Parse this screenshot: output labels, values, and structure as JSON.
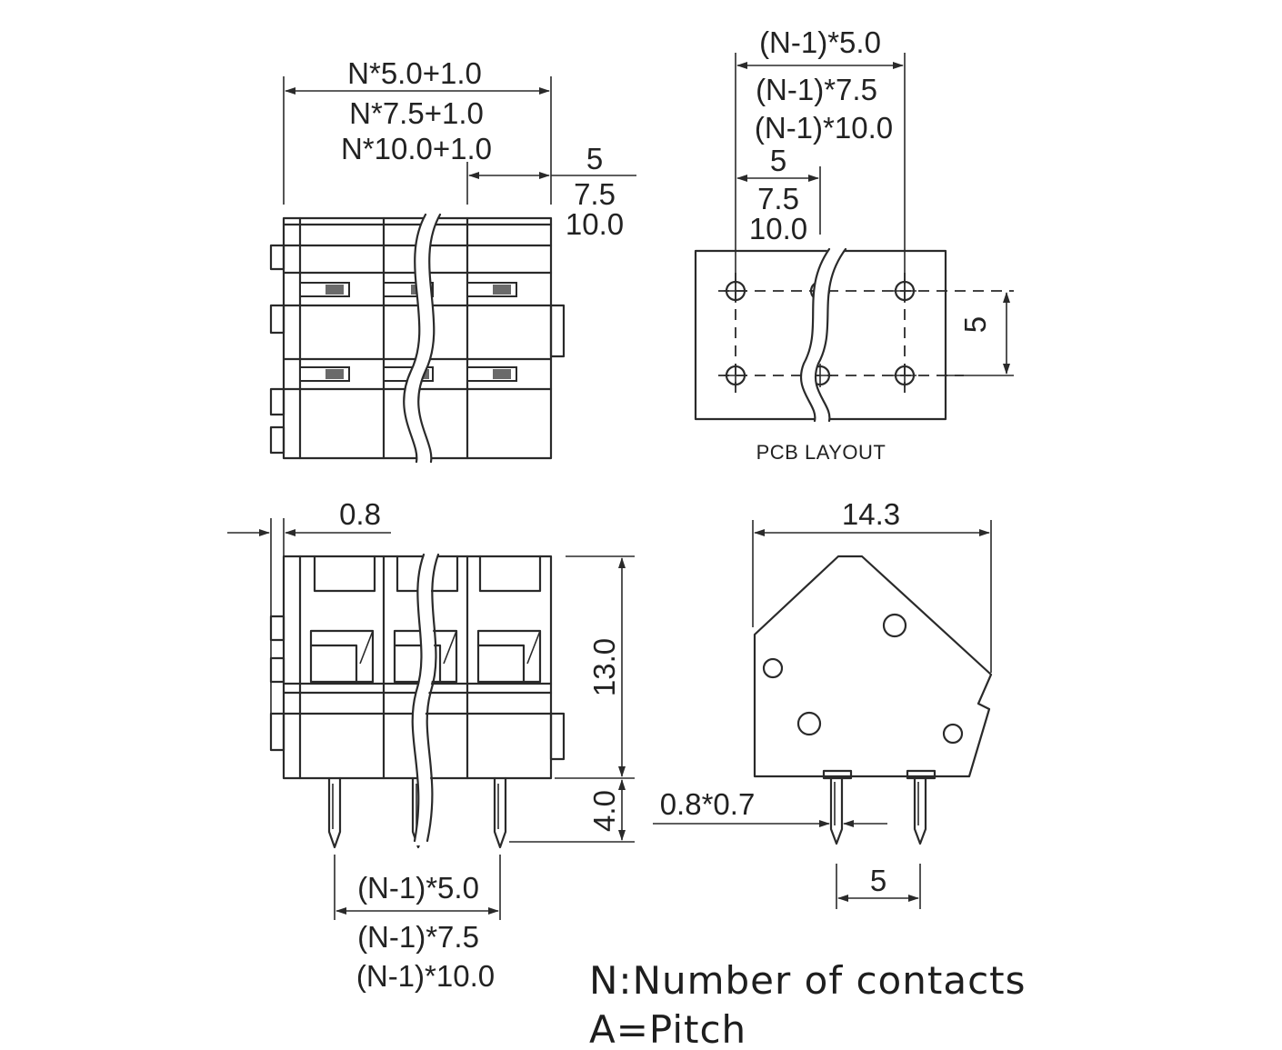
{
  "top_view": {
    "width_line1": "N*5.0+1.0",
    "width_line2": "N*7.5+1.0",
    "width_line3": "N*10.0+1.0",
    "pitch_line1": "5",
    "pitch_line2": "7.5",
    "pitch_line3": "10.0"
  },
  "pcb_layout": {
    "span_line1": "(N-1)*5.0",
    "span_line2": "(N-1)*7.5",
    "span_line3": "(N-1)*10.0",
    "pitch_line1": "5",
    "pitch_line2": "7.5",
    "pitch_line3": "10.0",
    "row_spacing": "5",
    "caption": "PCB LAYOUT"
  },
  "front_view": {
    "offset": "0.8",
    "height": "13.0",
    "pin_length": "4.0",
    "span_line1": "(N-1)*5.0",
    "span_line2": "(N-1)*7.5",
    "span_line3": "(N-1)*10.0"
  },
  "side_view": {
    "depth": "14.3",
    "pin_size": "0.8*0.7",
    "pin_spacing": "5"
  },
  "legend": {
    "line1": "N:Number of contacts",
    "line2": "A=Pitch"
  }
}
